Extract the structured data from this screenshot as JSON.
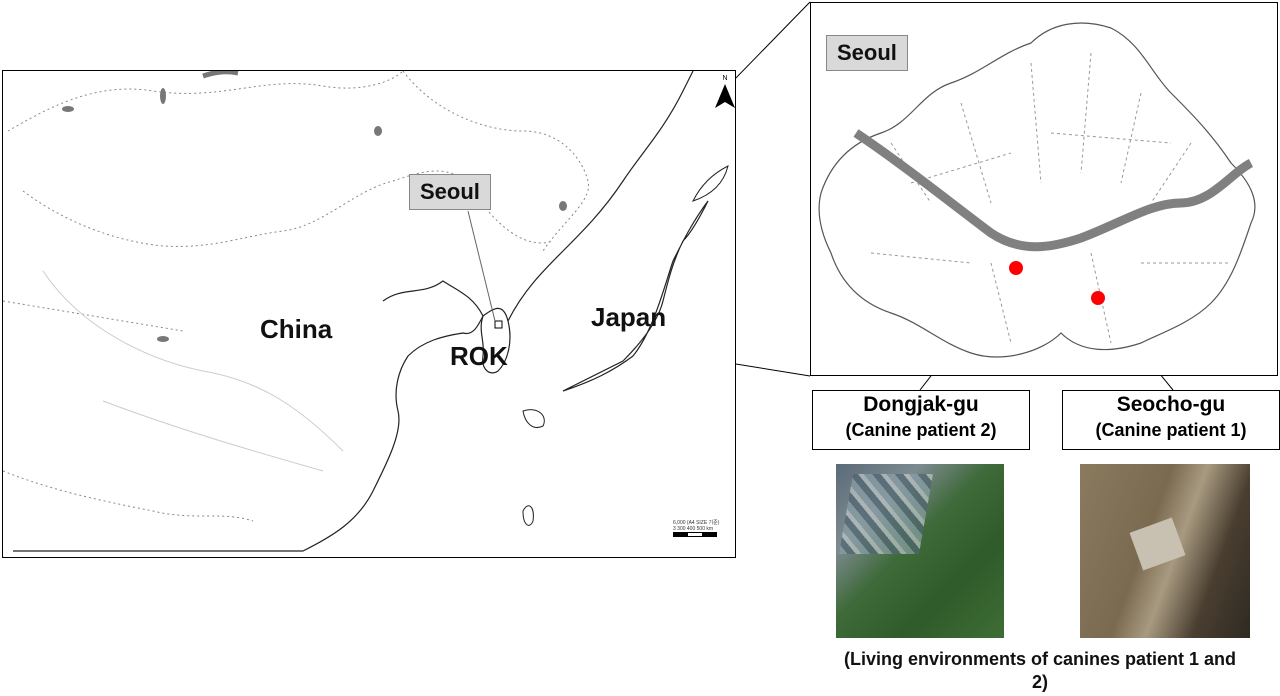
{
  "main_map": {
    "labels": {
      "china": "China",
      "japan": "Japan",
      "rok": "ROK",
      "seoul": "Seoul"
    },
    "north_arrow": "N",
    "scale": {
      "title": "6,000 (A4 SIZE 기준)",
      "ticks": "3  300  400  500 km"
    }
  },
  "inset_map": {
    "title": "Seoul",
    "river_color": "#808080",
    "marker_color": "#ff0000"
  },
  "districts": [
    {
      "name": "Dongjak-gu",
      "subtitle": "(Canine patient 2)"
    },
    {
      "name": "Seocho-gu",
      "subtitle": "(Canine patient 1)"
    }
  ],
  "caption": {
    "line1": "(Living environments of canines patient 1 and",
    "line2": "2)"
  }
}
